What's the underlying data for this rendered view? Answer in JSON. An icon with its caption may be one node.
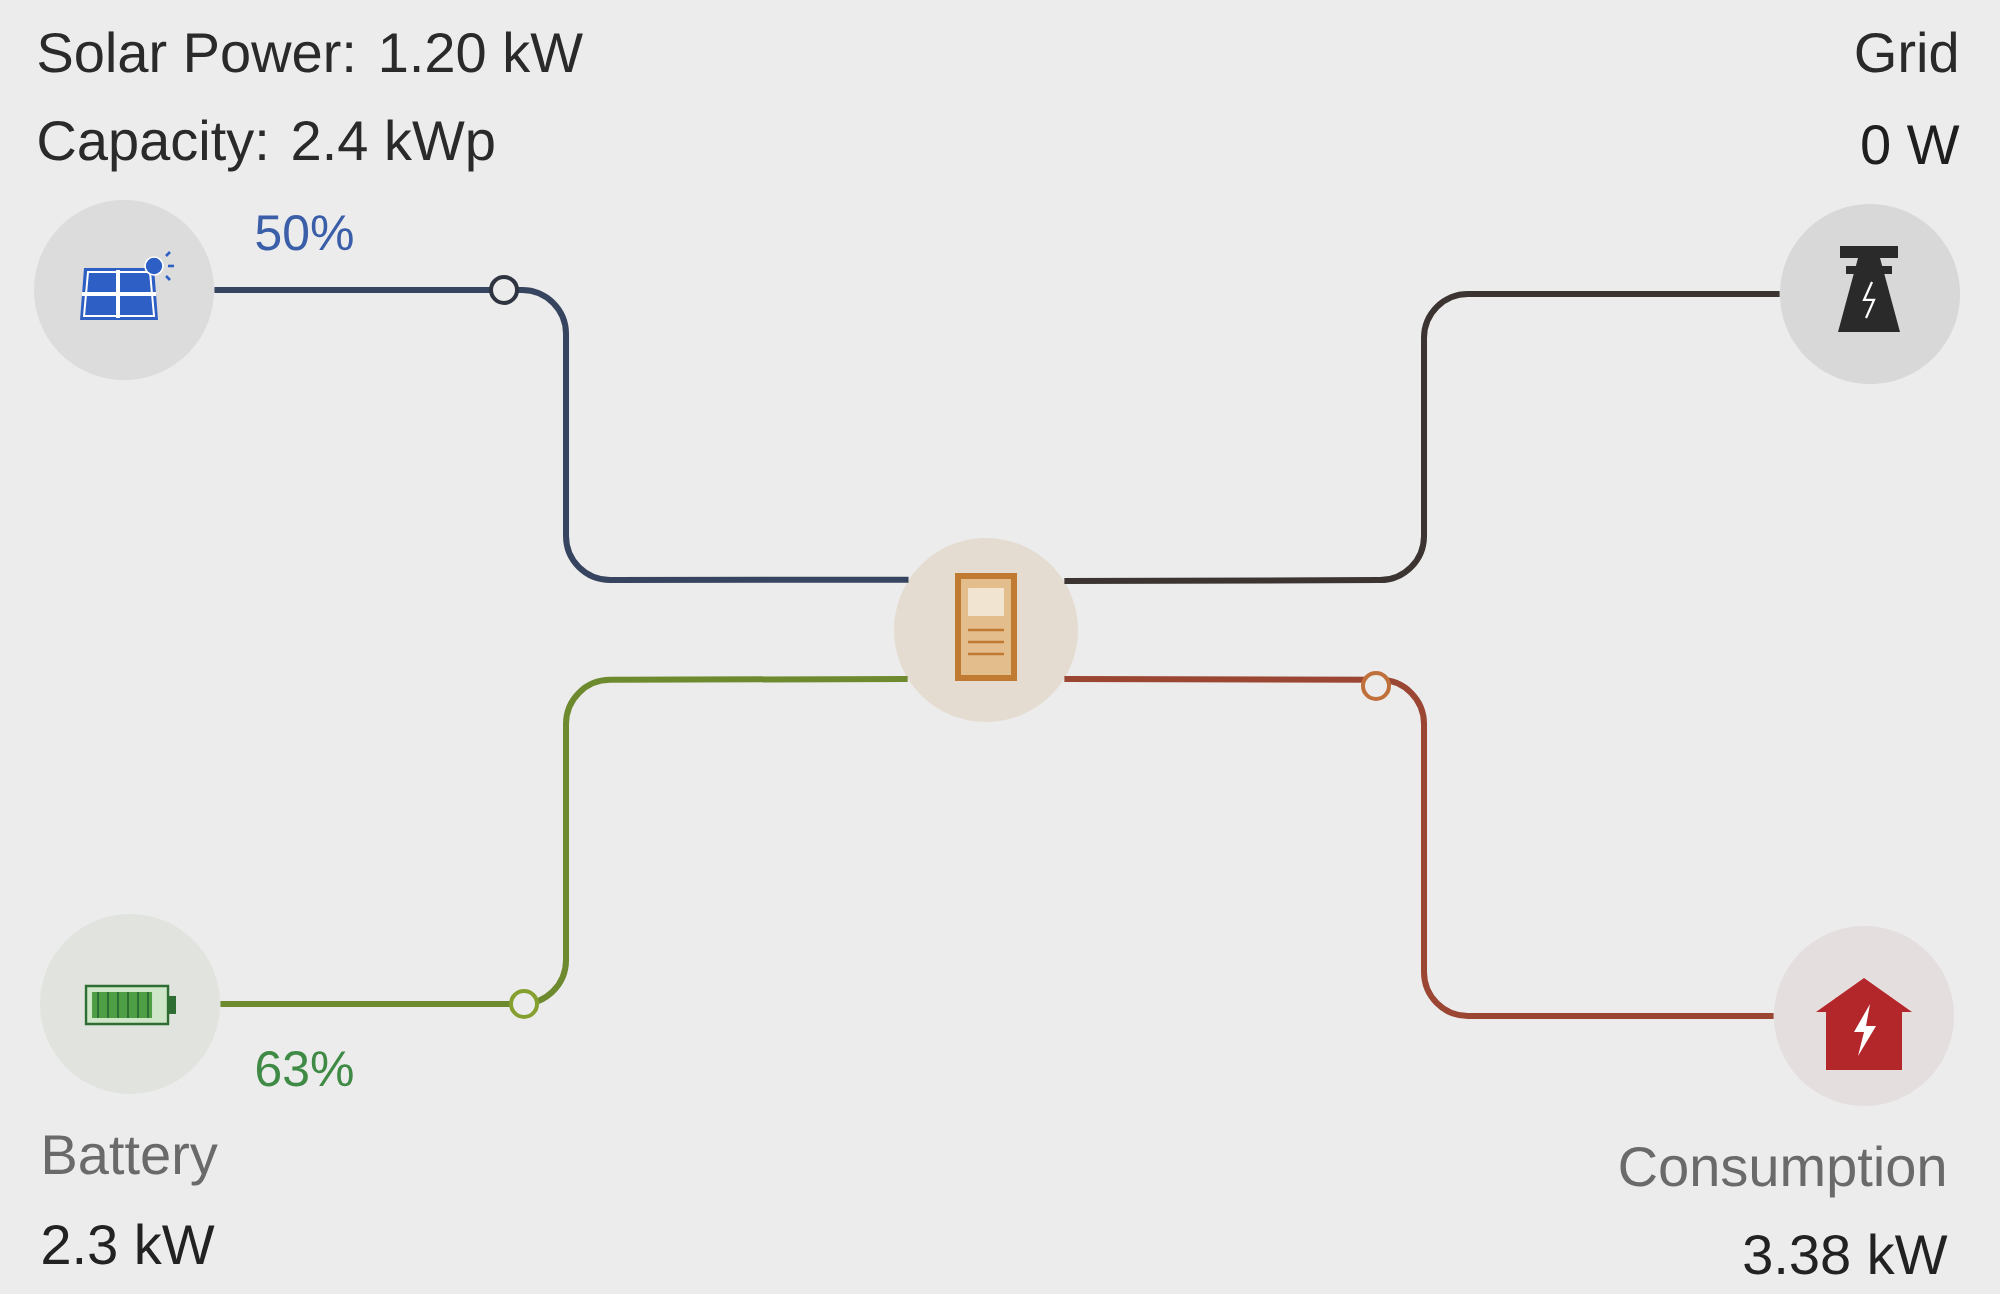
{
  "diagram": {
    "nodes": [
      {
        "text": [],
        "shape": "picture",
        "beside": [
          "Solar Power: 1.20 kW",
          "Capacity: 2.4 kWp"
        ]
      },
      {
        "text": [],
        "shape": "picture",
        "beside": [
          "Grid",
          "0 W"
        ]
      },
      {
        "text": [],
        "shape": "picture"
      },
      {
        "text": [],
        "shape": "picture",
        "beside": [
          "Battery",
          "2.3 kW"
        ]
      },
      {
        "text": [],
        "shape": "picture",
        "beside": [
          "Consumption",
          "3.38 kW"
        ]
      }
    ],
    "edges": [
      {
        "from": 0,
        "to": 2,
        "arrow": "none",
        "label": "50%",
        "color": "#37445f"
      },
      {
        "from": 2,
        "to": 1,
        "arrow": "none",
        "color": "#3b3430"
      },
      {
        "from": 3,
        "to": 2,
        "arrow": "none",
        "label": "63%",
        "color": "#6e8a2e"
      },
      {
        "from": 2,
        "to": 4,
        "arrow": "none",
        "color": "#9a4632"
      }
    ]
  }
}
